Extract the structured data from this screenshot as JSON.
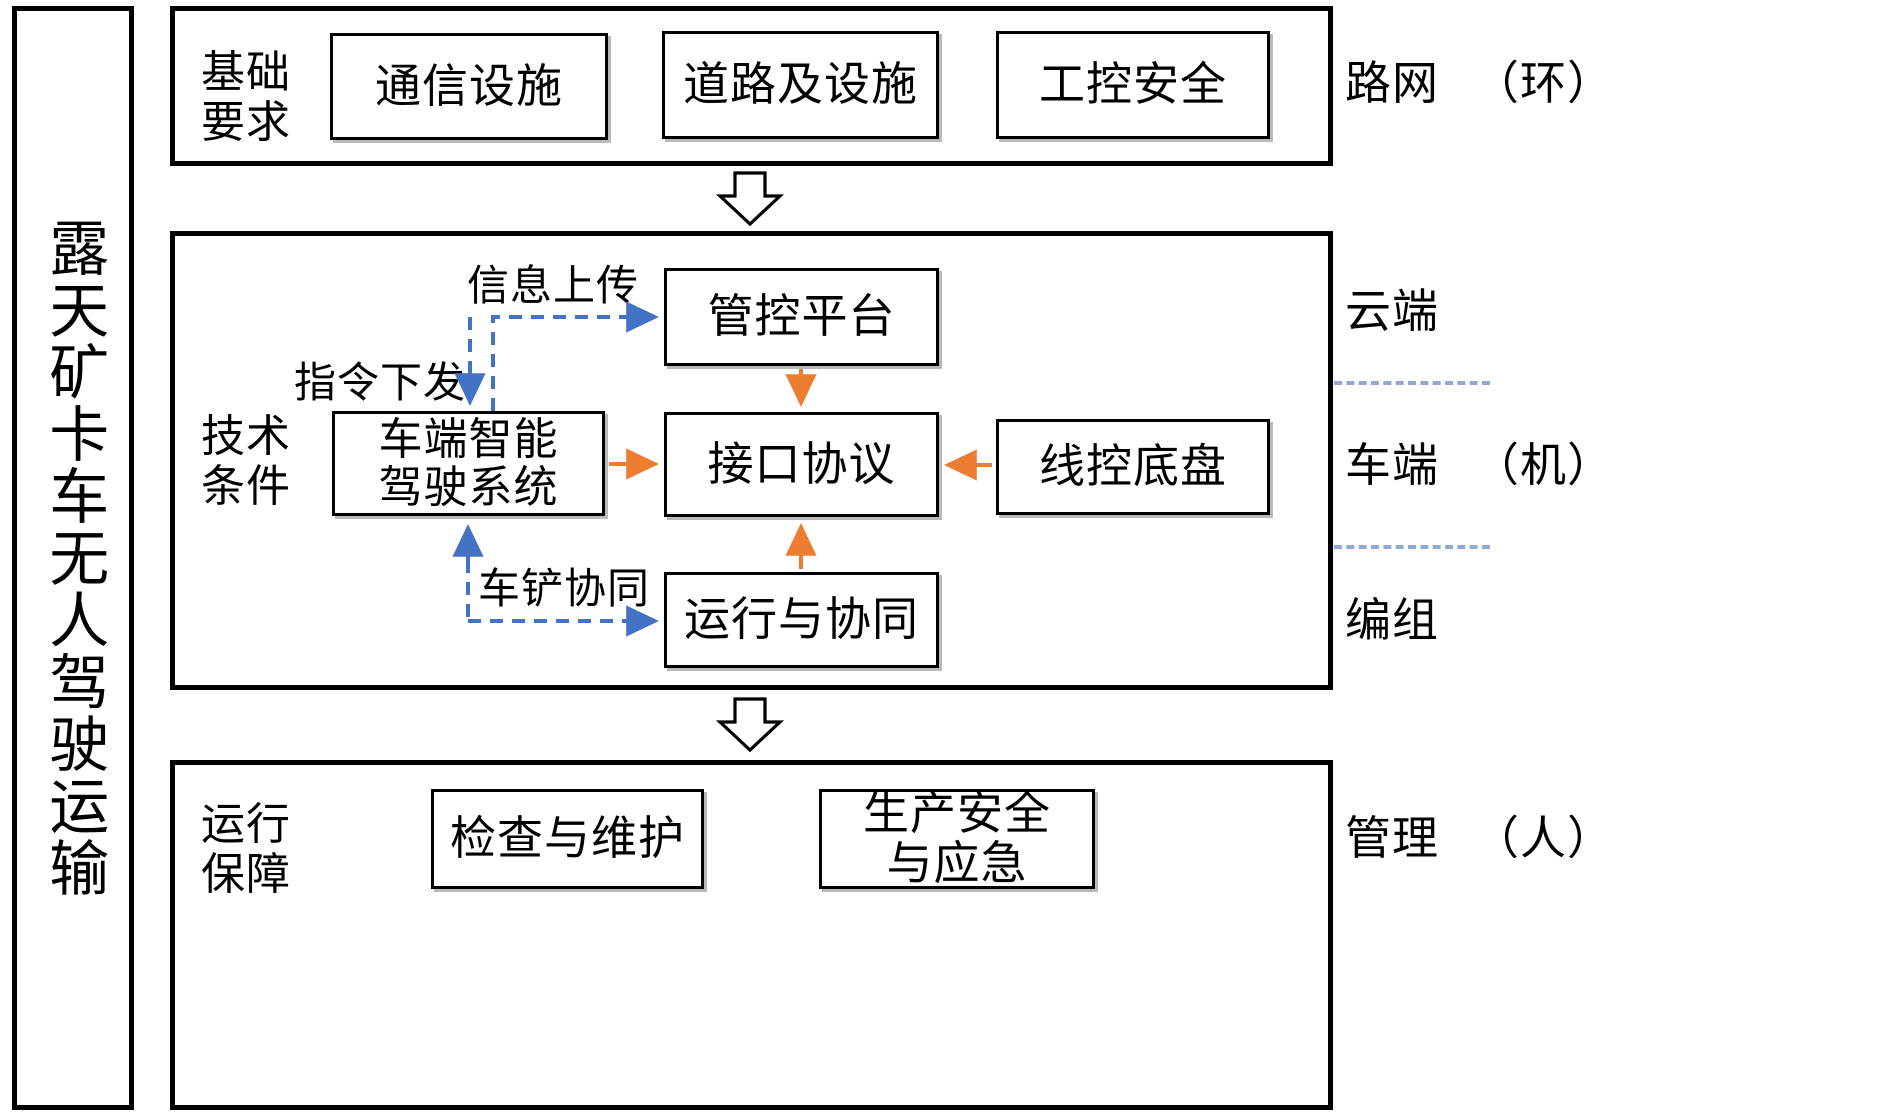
{
  "diagram": {
    "side_title": "露天矿卡车无人驾驶运输",
    "sections": [
      {
        "id": "top",
        "label": "基础\n要求",
        "tier_label": "路网",
        "tier_paren": "（环）",
        "boxes": [
          {
            "name": "communication-facility",
            "text": "通信设施"
          },
          {
            "name": "road-and-facility",
            "text": "道路及设施"
          },
          {
            "name": "industrial-control-security",
            "text": "工控安全"
          }
        ]
      },
      {
        "id": "mid",
        "label": "技术\n条件",
        "tiers": [
          {
            "name": "cloud",
            "text": "云端",
            "paren": ""
          },
          {
            "name": "vehicle",
            "text": "车端",
            "paren": "（机）"
          },
          {
            "name": "fleet",
            "text": "编组",
            "paren": ""
          }
        ],
        "boxes": [
          {
            "name": "management-platform",
            "text": "管控平台"
          },
          {
            "name": "onboard-autonomous-driving-system",
            "text": "车端智能\n驾驶系统"
          },
          {
            "name": "interface-protocol",
            "text": "接口协议"
          },
          {
            "name": "drive-by-wire-chassis",
            "text": "线控底盘"
          },
          {
            "name": "operation-and-coordination",
            "text": "运行与协同"
          }
        ],
        "connector_labels": [
          {
            "name": "info-upload",
            "text": "信息上传"
          },
          {
            "name": "command-dispatch",
            "text": "指令下发"
          },
          {
            "name": "truck-shovel-coordination",
            "text": "车铲协同"
          }
        ]
      },
      {
        "id": "bot",
        "label": "运行\n保障",
        "tier_label": "管理",
        "tier_paren": "（人）",
        "boxes": [
          {
            "name": "inspection-and-maintenance",
            "text": "检查与维护"
          },
          {
            "name": "production-safety-and-emergency",
            "text": "生产安全\n与应急"
          }
        ]
      }
    ],
    "colors": {
      "dashed_blue": "#4472C4",
      "dashed_separator_blue": "#8FAAD4",
      "solid_orange": "#ED7D31",
      "outline_black": "#000000",
      "background": "#FFFFFF"
    }
  }
}
